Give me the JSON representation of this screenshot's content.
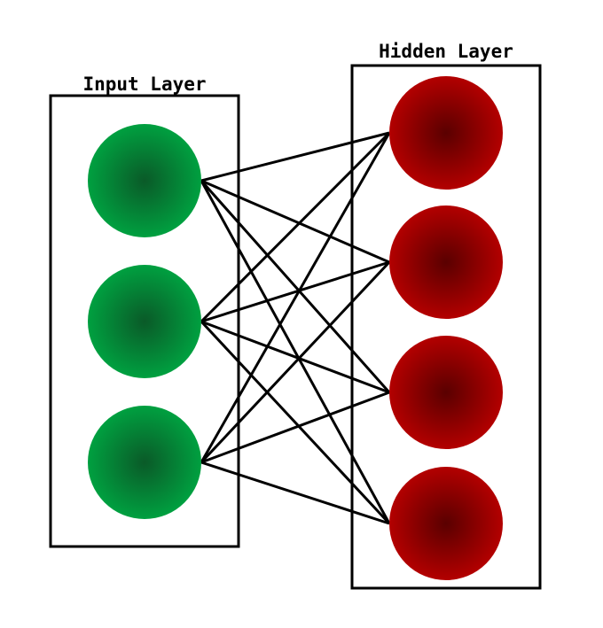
{
  "diagram": {
    "input_layer": {
      "title": "Input Layer",
      "node_count": 3,
      "color": "#00a040",
      "center_color": "#0a5a28"
    },
    "hidden_layer": {
      "title": "Hidden Layer",
      "node_count": 4,
      "color": "#b30000",
      "center_color": "#5a0000"
    },
    "connections": "fully-connected",
    "line_color": "#000000"
  }
}
